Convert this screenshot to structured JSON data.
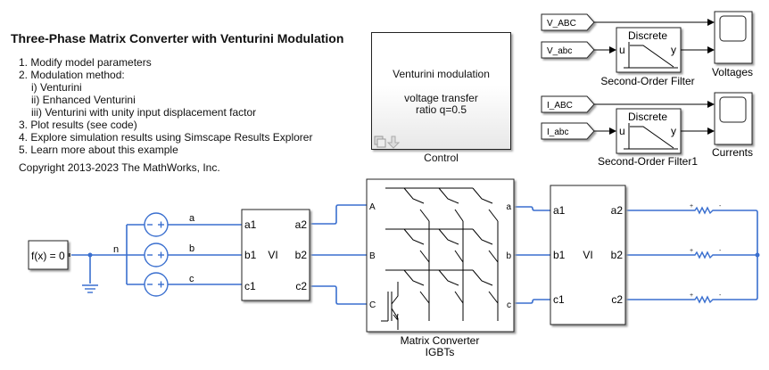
{
  "title": "Three-Phase Matrix Converter with Venturini Modulation",
  "steps": [
    {
      "text": "1. Modify model parameters",
      "indent": false
    },
    {
      "text": "2. Modulation method:",
      "indent": false
    },
    {
      "text": "i) Venturini",
      "indent": true
    },
    {
      "text": "ii) Enhanced Venturini",
      "indent": true
    },
    {
      "text": "iii) Venturini with unity input displacement factor",
      "indent": true
    },
    {
      "text": "3. Plot results (see code)",
      "indent": false
    },
    {
      "text": "4. Explore simulation results using Simscape Results Explorer",
      "indent": false
    },
    {
      "text": "5. Learn more about this example",
      "indent": false
    }
  ],
  "copyright": "Copyright 2013-2023 The MathWorks, Inc.",
  "control": {
    "line1": "Venturini modulation",
    "line2": "voltage transfer",
    "line3": "ratio q=0.5",
    "label": "Control"
  },
  "voltages": {
    "from_tag_1": "V_ABC",
    "from_tag_2": "V_abc",
    "filter_title": "Discrete",
    "filter_in": "u",
    "filter_out": "y",
    "filter_label": "Second-Order Filter",
    "scope_label": "Voltages"
  },
  "currents": {
    "from_tag_1": "I_ABC",
    "from_tag_2": "I_abc",
    "filter_title": "Discrete",
    "filter_in": "u",
    "filter_out": "y",
    "filter_label": "Second-Order Filter1",
    "scope_label": "Currents"
  },
  "solver": {
    "label": "f(x) = 0"
  },
  "neutral_label": "n",
  "phase_labels": [
    "a",
    "b",
    "c"
  ],
  "vi_left": {
    "inputs": [
      "a1",
      "b1",
      "c1"
    ],
    "outputs": [
      "a2",
      "b2",
      "c2"
    ],
    "center": "VI"
  },
  "matrix": {
    "inputs": [
      "A",
      "B",
      "C"
    ],
    "outputs": [
      "a",
      "b",
      "c"
    ],
    "label_1": "Matrix Converter",
    "label_2": "IGBTs"
  },
  "vi_right": {
    "inputs": [
      "a1",
      "b1",
      "c1"
    ],
    "outputs": [
      "a2",
      "b2",
      "c2"
    ],
    "center": "VI"
  },
  "resistor_marks": {
    "plus": "+",
    "minus": "-"
  },
  "colors": {
    "wire": "#3a6fcf",
    "signal": "#000000",
    "block_border": "#222222"
  }
}
